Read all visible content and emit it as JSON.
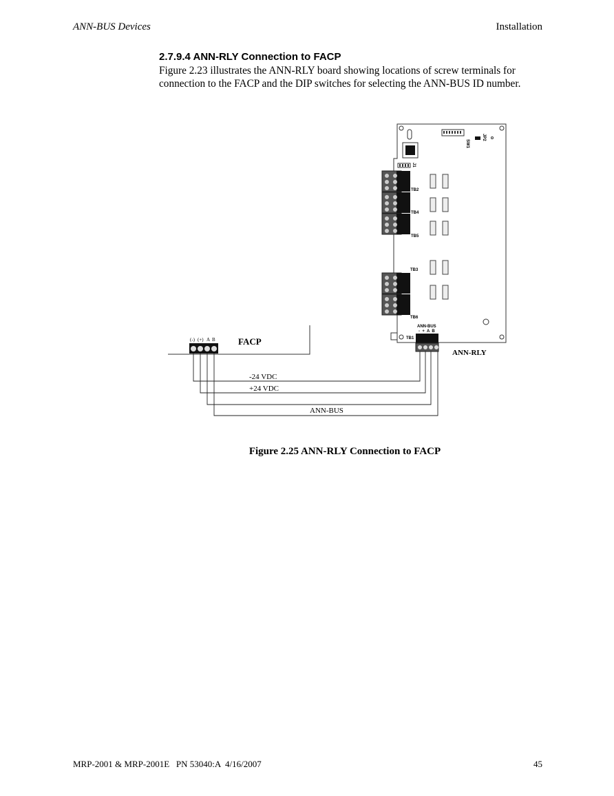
{
  "header": {
    "left": "ANN-BUS Devices",
    "right": "Installation"
  },
  "section": {
    "title": "2.7.9.4 ANN-RLY Connection to FACP",
    "body": "Figure 2.23 illustrates the ANN-RLY board showing locations of screw terminals for connection to the FACP and the DIP switches for selecting the ANN-BUS ID number."
  },
  "figure": {
    "facp_label": "FACP",
    "facp_terminal_labels": [
      "(-)",
      "(+)",
      "A",
      "B"
    ],
    "board_label": "ANN-RLY",
    "wire_labels": {
      "neg": "-24 VDC",
      "pos": "+24 VDC",
      "bus": "ANN-BUS"
    },
    "board_markings": {
      "sw": "SW1",
      "jp": "JP2",
      "j": "J1",
      "tb2": "TB2",
      "tb4": "TB4",
      "tb5": "TB5",
      "tb3": "TB3",
      "tb6": "TB6",
      "tb1": "TB1",
      "annbus": "ANN-BUS",
      "tb1_pins": "-  +  A  B"
    },
    "caption": "Figure 2.25 ANN-RLY Connection to FACP"
  },
  "footer": {
    "left": "MRP-2001 & MRP-2001E   PN 53040:A  4/16/2007",
    "right": "45"
  }
}
